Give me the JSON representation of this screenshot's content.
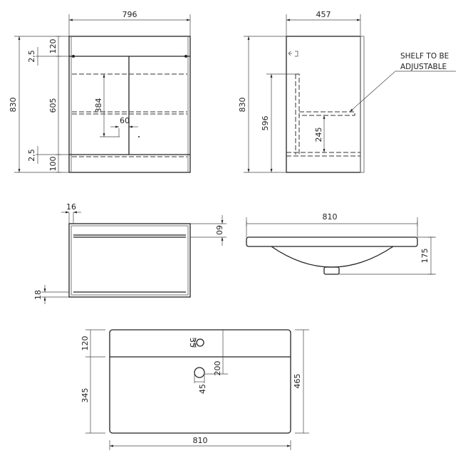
{
  "front_view": {
    "width": "796",
    "height": "830",
    "top_rail": "120",
    "door": "605",
    "plinth": "100",
    "gap_top": "2,5",
    "gap_bottom": "2,5",
    "handle_height": "384",
    "handle_offset": "60"
  },
  "side_view": {
    "depth": "457",
    "height": "830",
    "inner_height": "596",
    "shelf_height": "245",
    "note_line1": "SHELF TO BE",
    "note_line2": "ADJUSTABLE"
  },
  "top_plan": {
    "side_thickness": "16",
    "rail_depth": "60",
    "base_thickness": "18"
  },
  "basin_side": {
    "width": "810",
    "height": "175"
  },
  "basin_plan": {
    "back_depth": "120",
    "front_depth": "345",
    "total_depth": "465",
    "width": "810",
    "tap_hole": "35",
    "waste_hole": "45",
    "waste_offset": "200"
  }
}
